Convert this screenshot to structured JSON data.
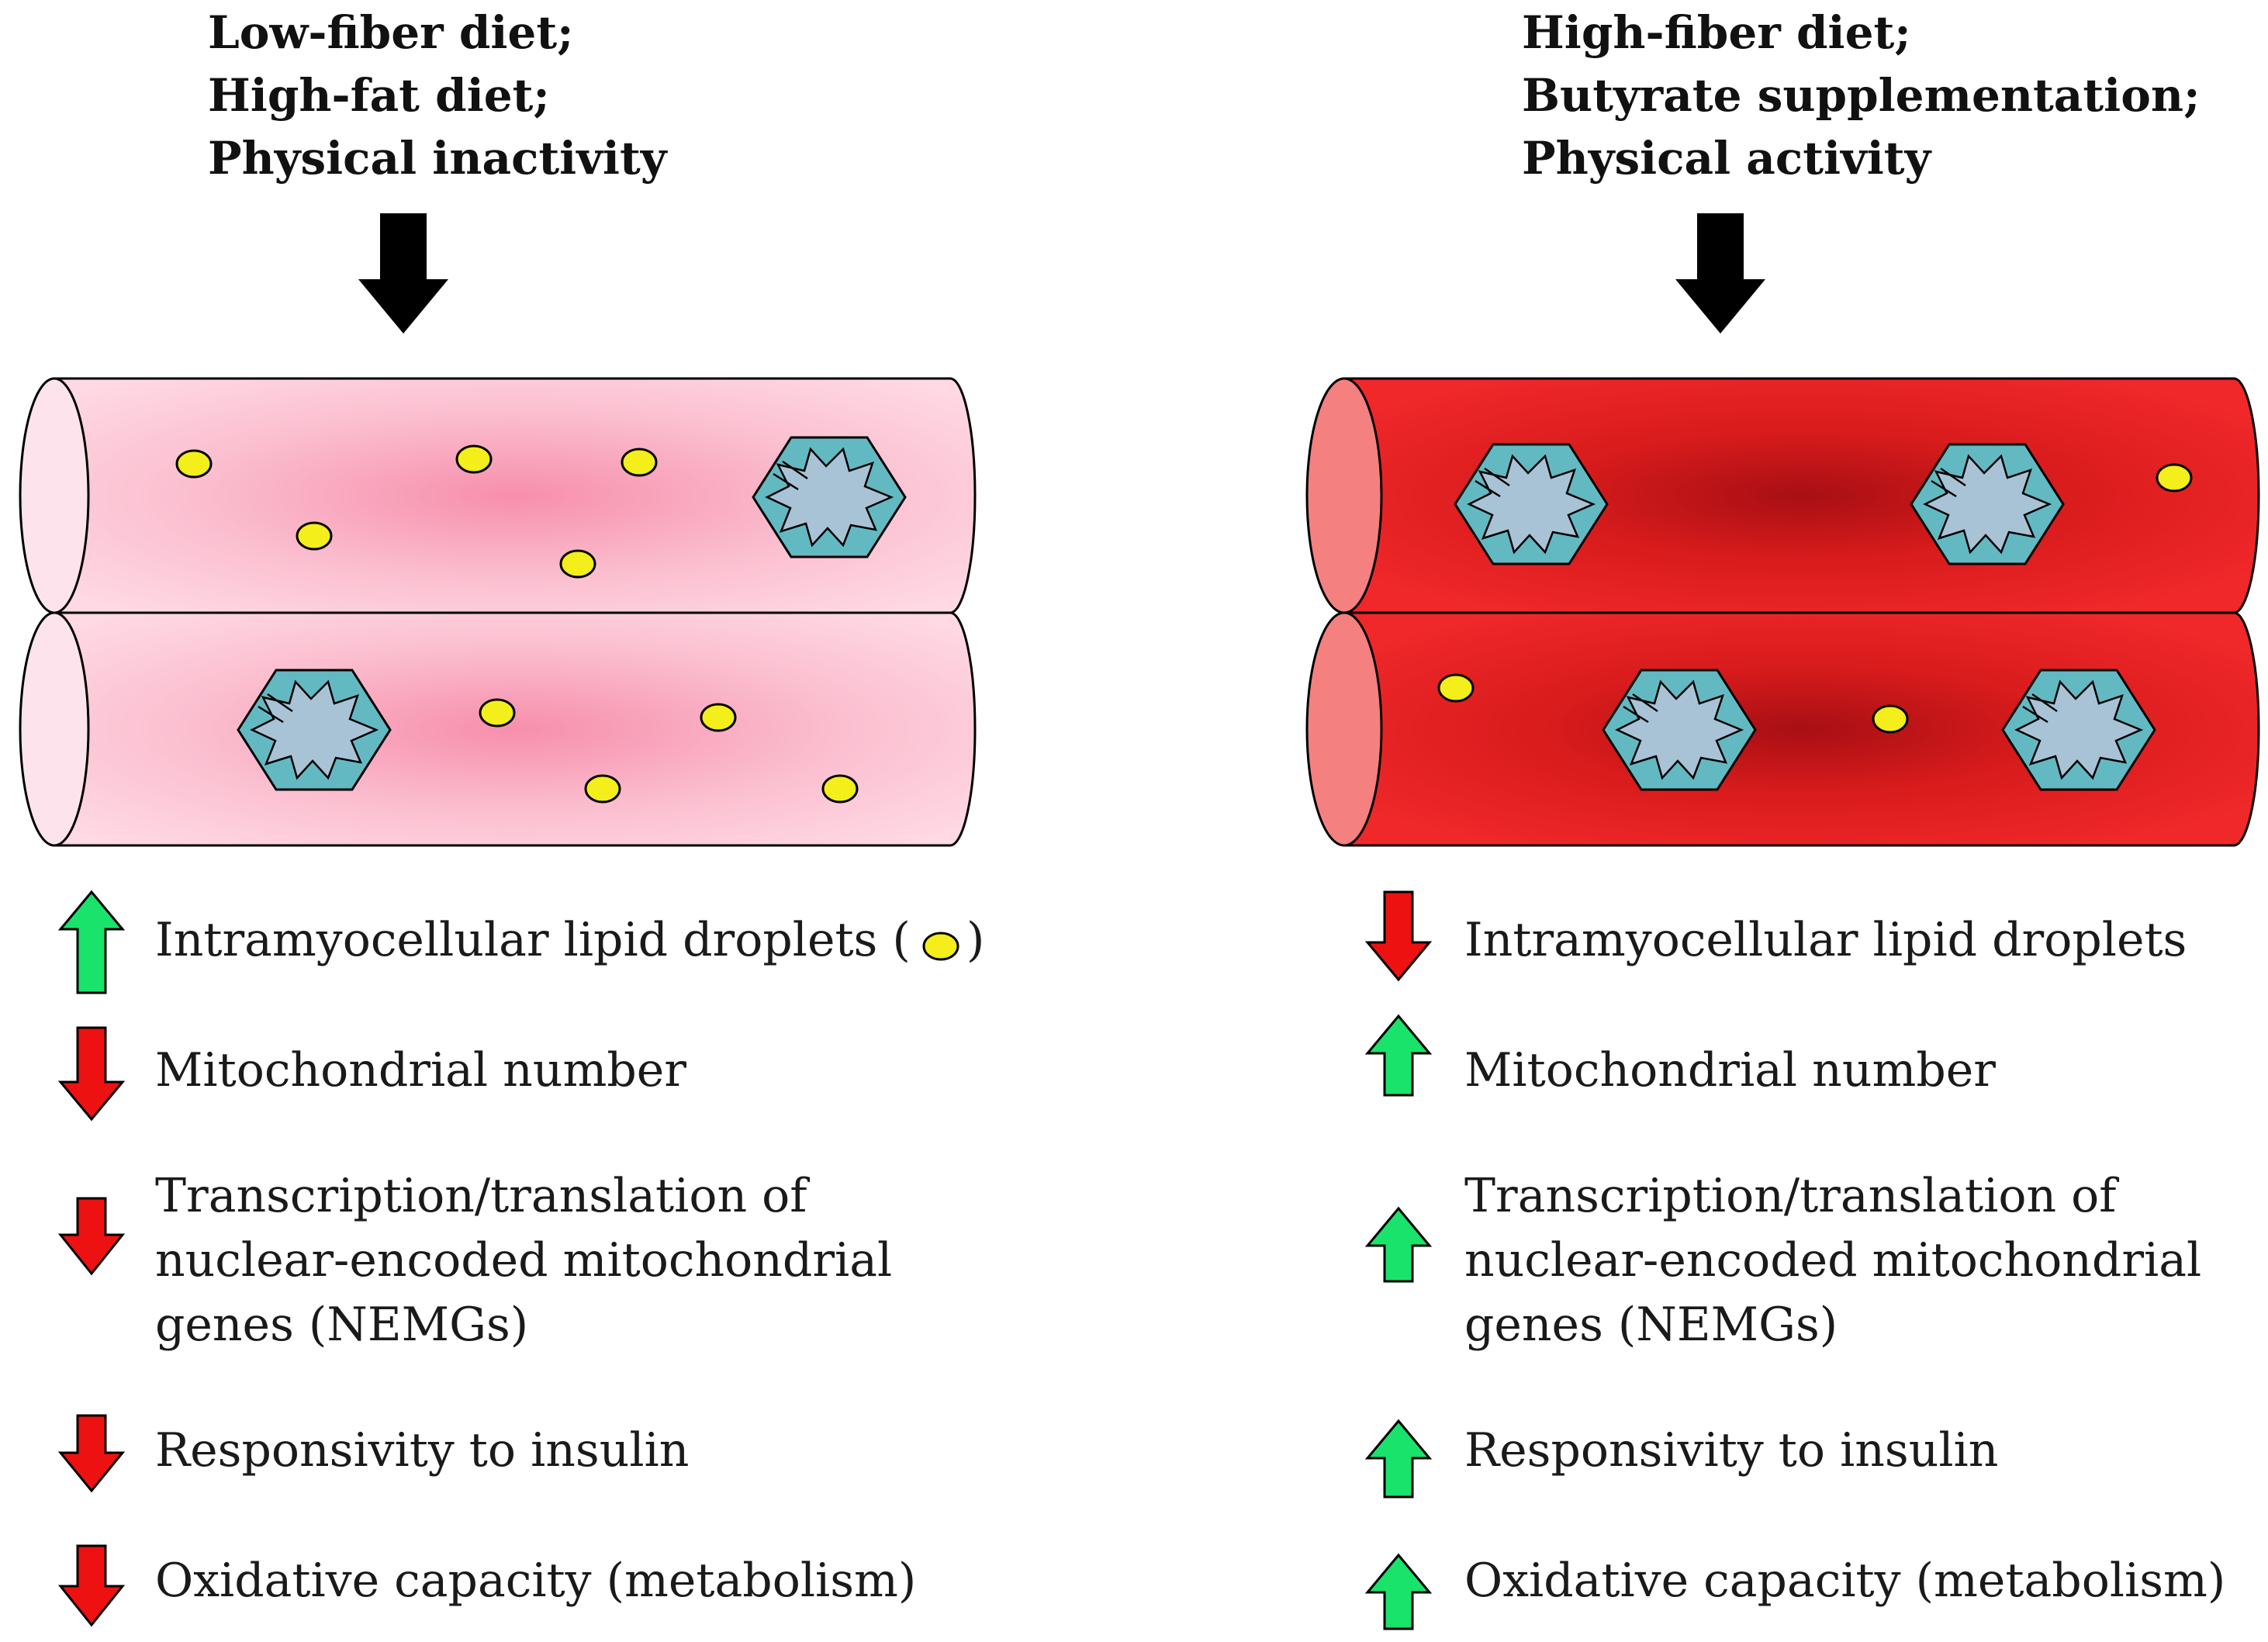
{
  "left": {
    "title_lines": [
      "Low-fiber diet;",
      "High-fat diet;",
      "Physical inactivity"
    ],
    "fiber_color": "#f7a9c0",
    "effects": [
      {
        "direction": "up",
        "lines": [
          "Intramyocellular lipid droplets ("
        ],
        "suffix": ")",
        "with_droplet": true
      },
      {
        "direction": "down",
        "lines": [
          "Mitochondrial number"
        ]
      },
      {
        "direction": "down",
        "lines": [
          "Transcription/translation of",
          "nuclear-encoded mitochondrial",
          "genes (NEMGs)"
        ]
      },
      {
        "direction": "down",
        "lines": [
          "Responsivity to insulin"
        ]
      },
      {
        "direction": "down",
        "lines": [
          "Oxidative capacity (metabolism)"
        ]
      }
    ]
  },
  "right": {
    "title_lines": [
      "High-fiber diet;",
      "Butyrate supplementation;",
      "Physical activity"
    ],
    "fiber_color": "#e8201e",
    "effects": [
      {
        "direction": "down",
        "lines": [
          "Intramyocellular lipid droplets"
        ]
      },
      {
        "direction": "up",
        "lines": [
          "Mitochondrial number"
        ]
      },
      {
        "direction": "up",
        "lines": [
          "Transcription/translation of",
          "nuclear-encoded mitochondrial",
          "genes (NEMGs)"
        ]
      },
      {
        "direction": "up",
        "lines": [
          "Responsivity to insulin"
        ]
      },
      {
        "direction": "up",
        "lines": [
          "Oxidative capacity (metabolism)"
        ]
      }
    ]
  },
  "colors": {
    "up_arrow": "#19e36b",
    "down_arrow": "#ee1111",
    "lipid_droplet": "#f4ee1a",
    "mitochondrion_outer": "#63b9c2",
    "mitochondrion_inner": "#a9c3d6"
  },
  "icons": {
    "pointer_arrow": "down-arrow-icon",
    "increase": "up-arrow-icon",
    "decrease": "down-arrow-icon",
    "mitochondrion": "mitochondrion-icon",
    "lipid_droplet": "lipid-droplet-icon"
  }
}
